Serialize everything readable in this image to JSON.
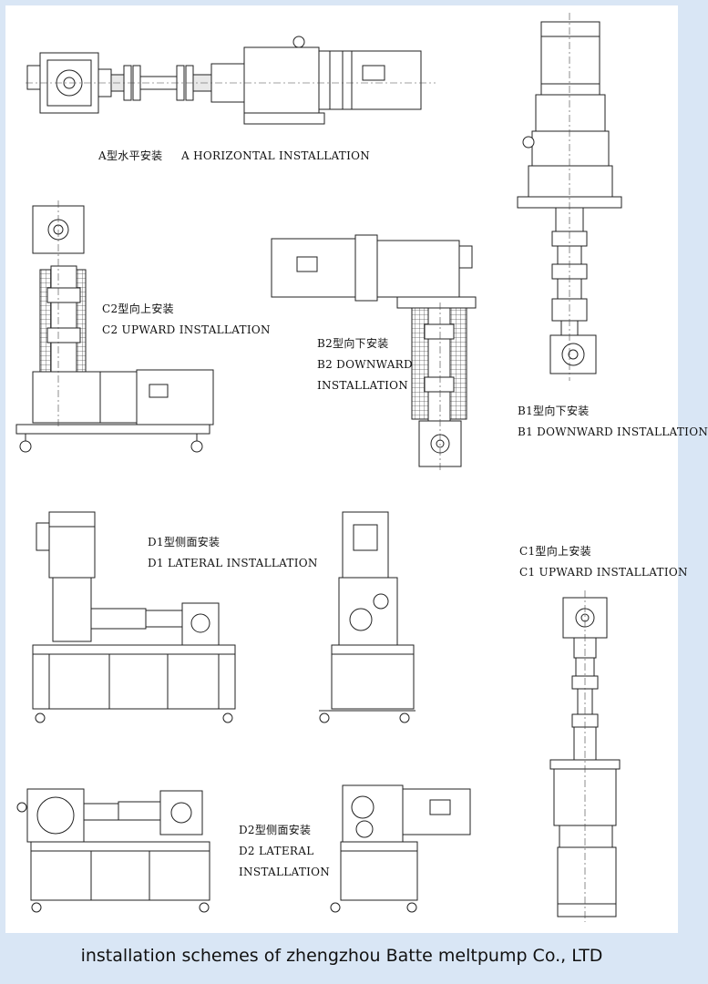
{
  "labels": {
    "a": {
      "cn": "A型水平安装",
      "en": "A HORIZONTAL INSTALLATION"
    },
    "b1": {
      "cn": "B1型向下安装",
      "en": "B1 DOWNWARD INSTALLATION"
    },
    "b2": {
      "cn": "B2型向下安装",
      "en1": "B2 DOWNWARD",
      "en2": "INSTALLATION"
    },
    "c1": {
      "cn": "C1型向上安装",
      "en": "C1 UPWARD INSTALLATION"
    },
    "c2": {
      "cn": "C2型向上安装",
      "en": "C2 UPWARD INSTALLATION"
    },
    "d1": {
      "cn": "D1型侧面安装",
      "en": "D1 LATERAL INSTALLATION"
    },
    "d2": {
      "cn": "D2型侧面安装",
      "en1": "D2 LATERAL",
      "en2": "INSTALLATION"
    }
  },
  "caption": "installation schemes of zhengzhou Batte meltpump Co., LTD",
  "colors": {
    "background": "#d9e6f5",
    "panel": "#ffffff",
    "ink": "#222222"
  }
}
